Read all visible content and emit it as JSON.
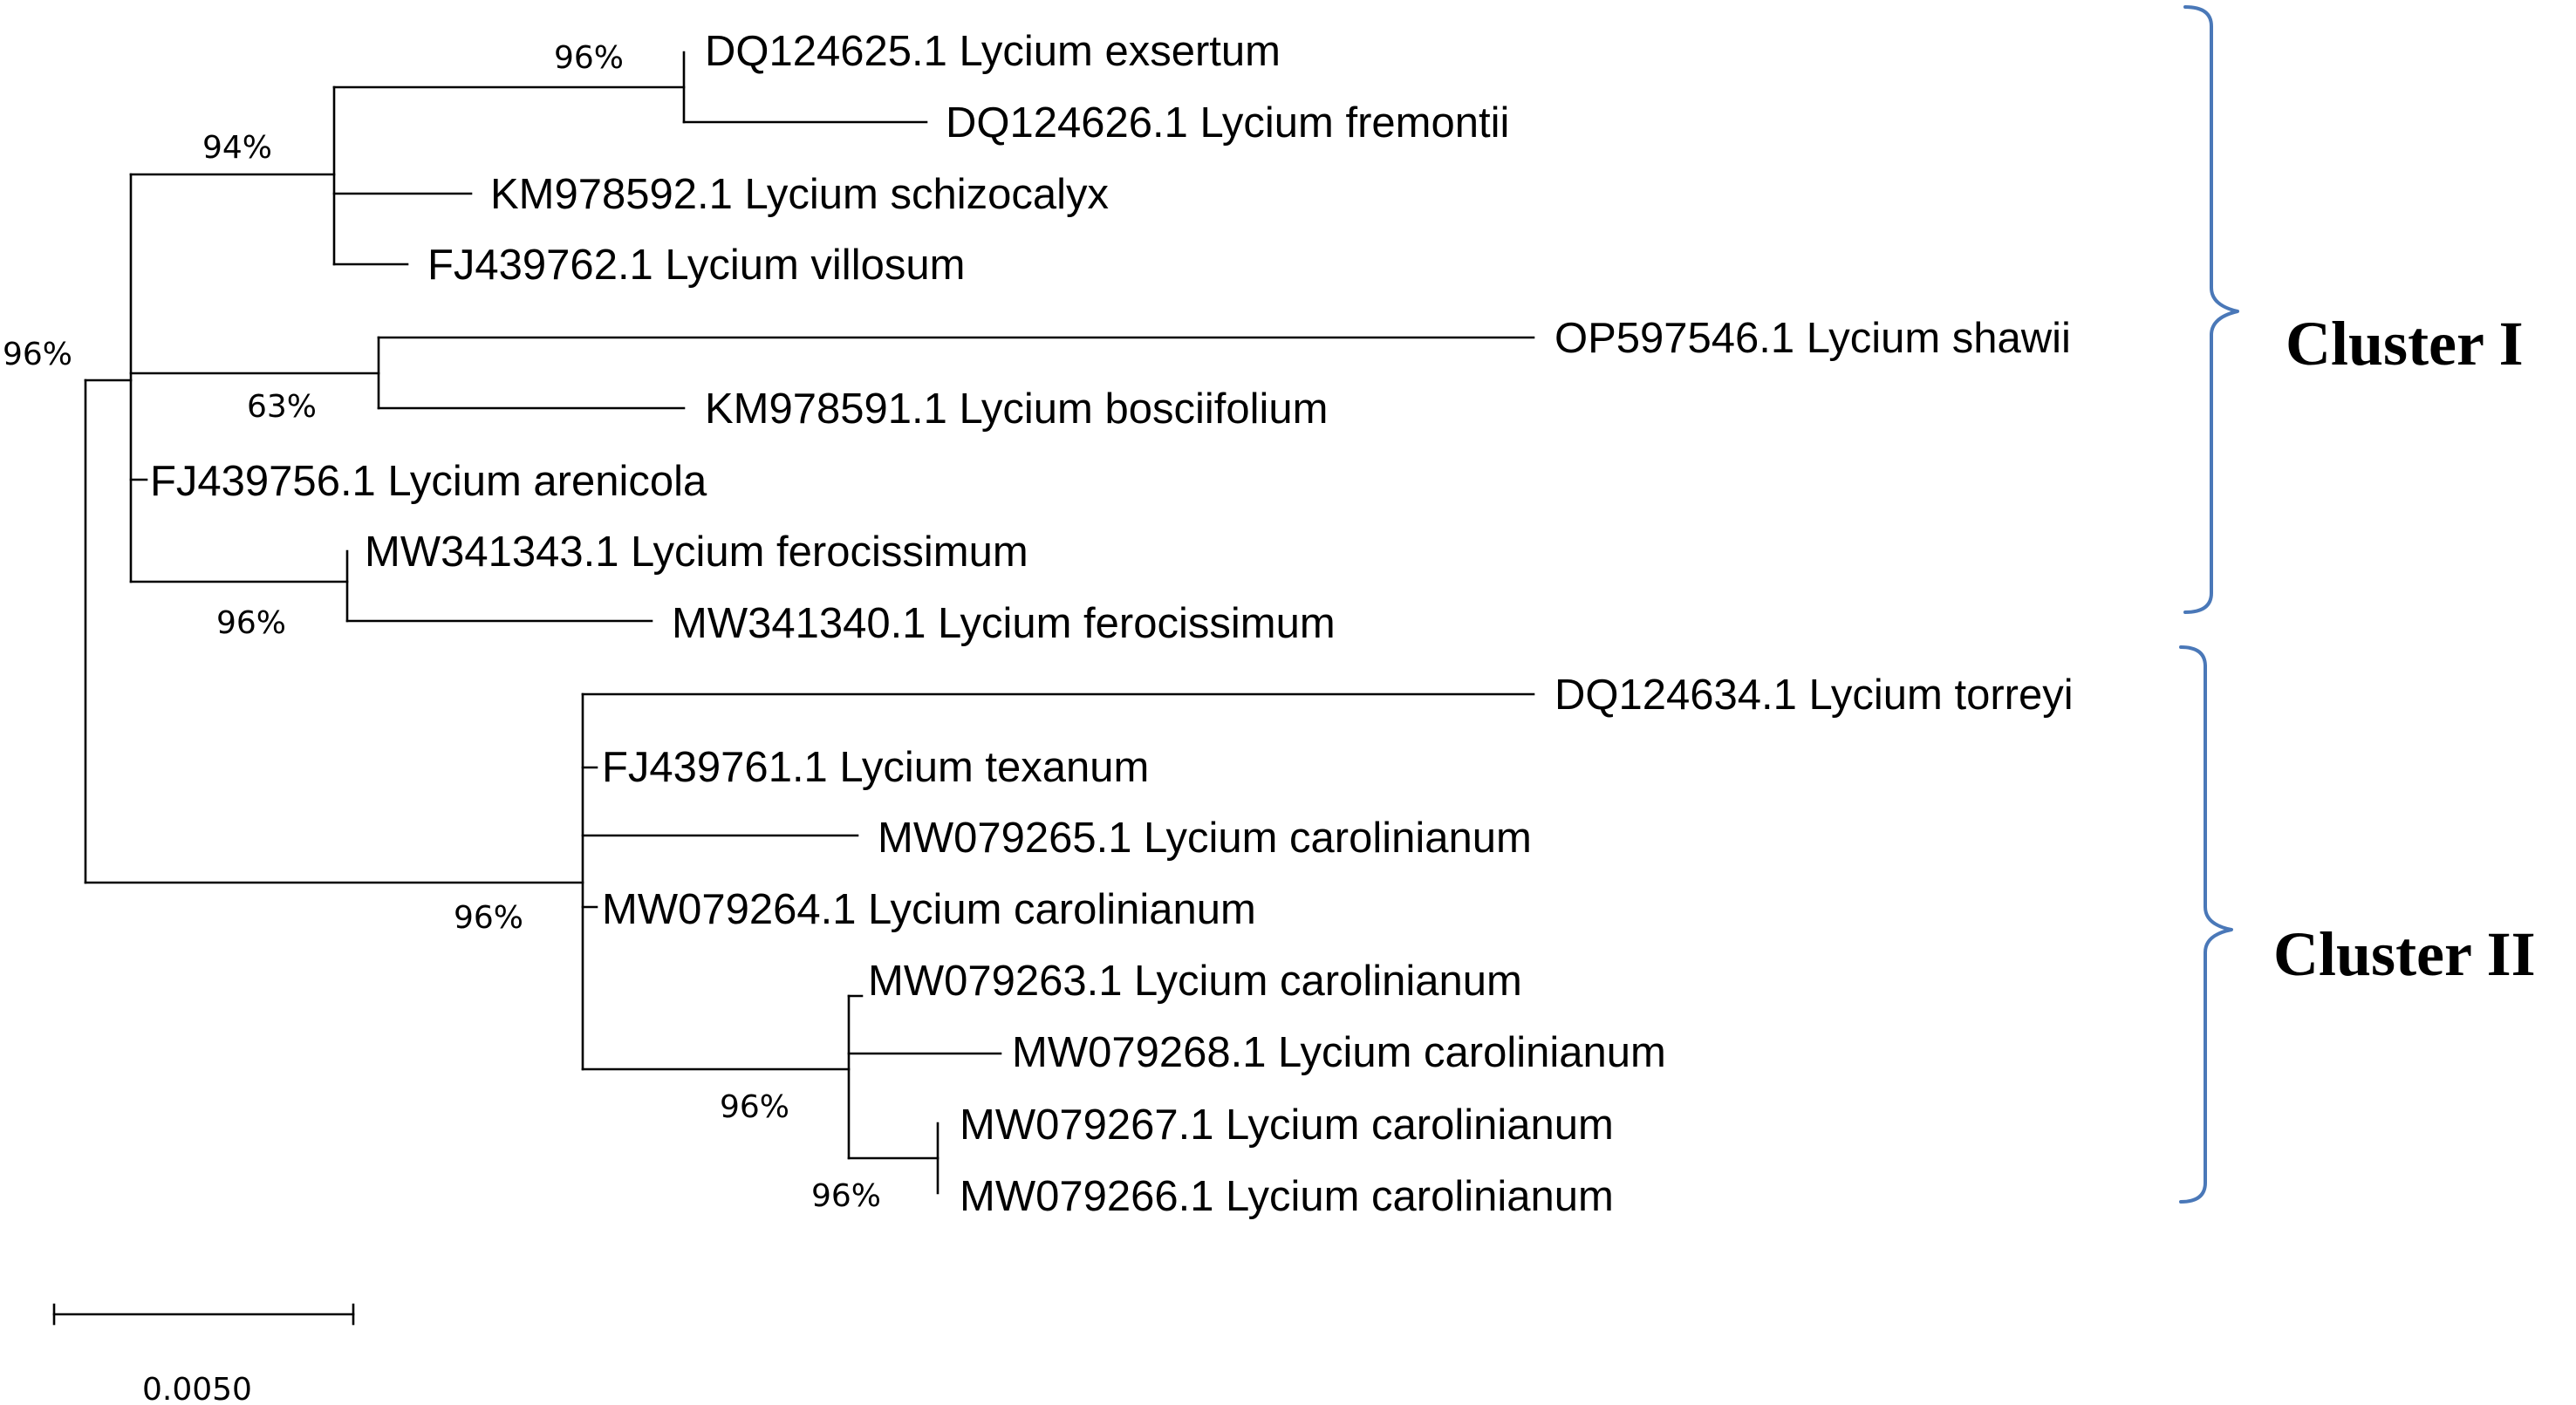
{
  "tree": {
    "leaves": [
      {
        "id": "l1",
        "label": "DQ124625.1 Lycium exsertum"
      },
      {
        "id": "l2",
        "label": "DQ124626.1 Lycium fremontii"
      },
      {
        "id": "l3",
        "label": "KM978592.1 Lycium schizocalyx"
      },
      {
        "id": "l4",
        "label": "FJ439762.1 Lycium villosum"
      },
      {
        "id": "l5",
        "label": "OP597546.1 Lycium shawii"
      },
      {
        "id": "l6",
        "label": "KM978591.1 Lycium bosciifolium"
      },
      {
        "id": "l7",
        "label": "FJ439756.1 Lycium arenicola"
      },
      {
        "id": "l8",
        "label": "MW341343.1 Lycium ferocissimum"
      },
      {
        "id": "l9",
        "label": "MW341340.1 Lycium ferocissimum"
      },
      {
        "id": "l10",
        "label": "DQ124634.1 Lycium torreyi"
      },
      {
        "id": "l11",
        "label": "FJ439761.1 Lycium texanum"
      },
      {
        "id": "l12",
        "label": "MW079265.1 Lycium carolinianum"
      },
      {
        "id": "l13",
        "label": "MW079264.1 Lycium carolinianum"
      },
      {
        "id": "l14",
        "label": "MW079263.1 Lycium carolinianum"
      },
      {
        "id": "l15",
        "label": "MW079268.1 Lycium carolinianum"
      },
      {
        "id": "l16",
        "label": "MW079267.1 Lycium carolinianum"
      },
      {
        "id": "l17",
        "label": "MW079266.1 Lycium carolinianum"
      }
    ],
    "support_values": [
      {
        "id": "s-exsertum-fremontii",
        "text": "96%"
      },
      {
        "id": "s-exsertum-group",
        "text": "94%"
      },
      {
        "id": "s-root",
        "text": "96%"
      },
      {
        "id": "s-shawii-bosciifolium",
        "text": "63%"
      },
      {
        "id": "s-ferocissimum",
        "text": "96%"
      },
      {
        "id": "s-cluster2",
        "text": "96%"
      },
      {
        "id": "s-carolinianum",
        "text": "96%"
      },
      {
        "id": "s-carolinianum-pair",
        "text": "96%"
      }
    ]
  },
  "clusters": [
    {
      "id": "cluster-1",
      "label": "Cluster I"
    },
    {
      "id": "cluster-2",
      "label": "Cluster II"
    }
  ],
  "scale_bar": {
    "value": 0.005,
    "label": "0.0050"
  },
  "colors": {
    "branch": "#000000",
    "bracket": "#4a78b8"
  }
}
